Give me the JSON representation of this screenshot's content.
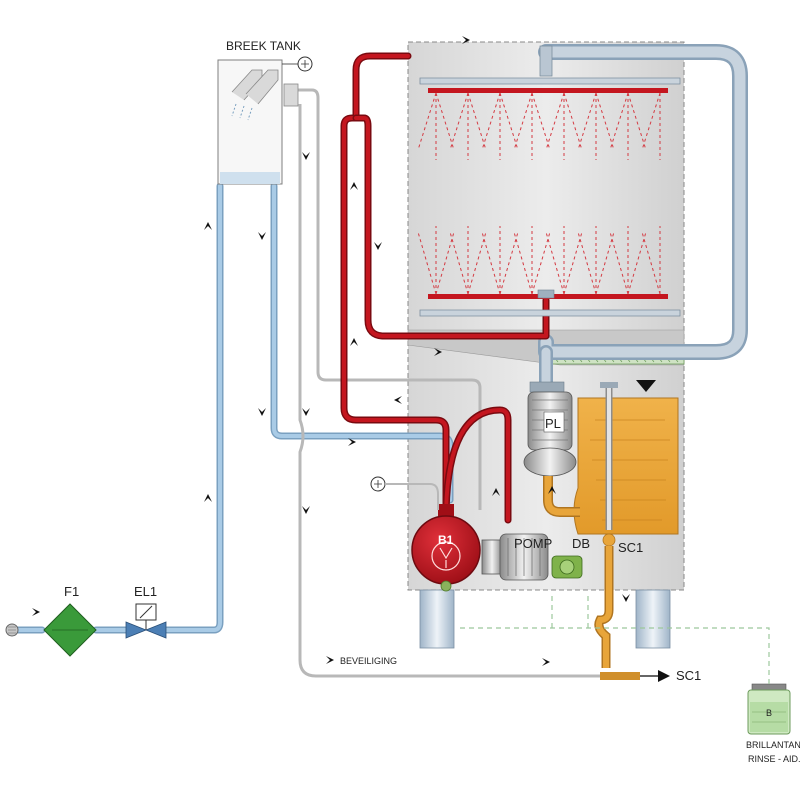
{
  "labels": {
    "breek_tank": "BREEK TANK",
    "f1": "F1",
    "el1": "EL1",
    "b1": "B1",
    "pomp": "POMP",
    "db": "DB",
    "pl": "PL",
    "sc1_vertical": "SC1",
    "sc1_outlet": "SC1",
    "beveiliging": "BEVEILIGING",
    "brillantante": "BRILLANTANTE.",
    "rinse_aid": "RINSE - AID.",
    "container_mark": "B"
  },
  "colors": {
    "clean_water": "#a9cbe6",
    "hot_rinse": "#b5121b",
    "wash_tank_water": "#e8a53a",
    "cabinet": "#dcdcdc",
    "filter": "#3a9a3a",
    "rinse_aid_line": "#9cc79c",
    "arrow": "#111111"
  },
  "icons": {
    "water_inlet": "inlet-nozzle-icon",
    "overflow_gauge": "pressure-gauge-icon",
    "boiler_gauge": "pressure-gauge-icon",
    "level_marker": "level-triangle-icon"
  }
}
